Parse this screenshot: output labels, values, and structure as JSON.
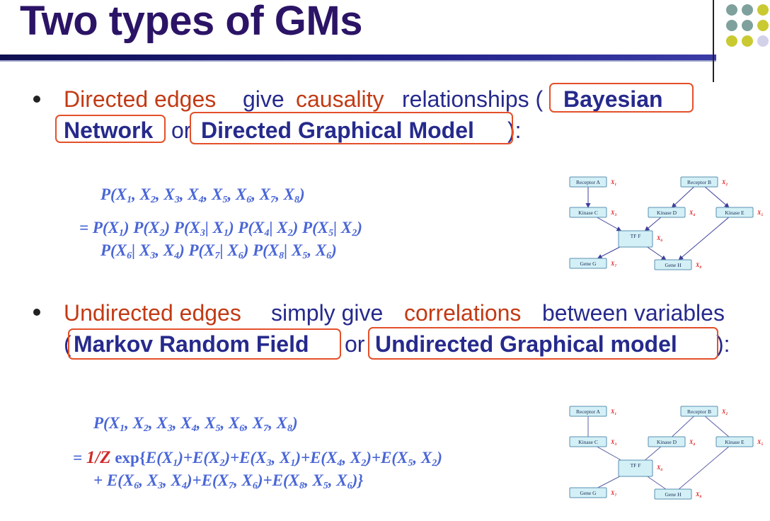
{
  "slide": {
    "title": "Two types of GMs",
    "colors": {
      "title": "#2b1466",
      "title_bar": "#1f1f86",
      "red_text": "#c23a14",
      "blue_text": "#262a8c",
      "highlight_box": "#e4502a",
      "math": "#4a66d6",
      "node_fill": "#d3f0f6",
      "node_border": "#5a8fb0",
      "node_var": "#e02020"
    }
  },
  "decor": {
    "dot_colors": [
      "#7fa19d",
      "#7fa19d",
      "#c9c932",
      "#7fa19d",
      "#7fa19d",
      "#c9c932",
      "#c9c932",
      "#c9c932",
      "#d3d0ea"
    ]
  },
  "bullet1": {
    "w1": "Directed edges",
    "w2": "give",
    "w3": "causality",
    "w4": "relationships (",
    "w5": "Bayesian",
    "w6": "Network",
    "w7": "or",
    "w8": "Directed Graphical Model",
    "w9": "):"
  },
  "eq1": {
    "l1": [
      "P(X",
      "1",
      ", X",
      "2",
      ", X",
      "3",
      ", X",
      "4",
      ", X",
      "5",
      ", X",
      "6",
      ", X",
      "7",
      ", X",
      "8",
      ")"
    ],
    "l2": [
      "=  P(X",
      "1",
      ") P(X",
      "2",
      ") P(X",
      "3",
      "| X",
      "1",
      ") P(X",
      "4",
      "| X",
      "2",
      ") P(X",
      "5",
      "| X",
      "2",
      ")"
    ],
    "l3": [
      "P(X",
      "6",
      "| X",
      "3",
      ", X",
      "4",
      ") P(X",
      "7",
      "| X",
      "6",
      ") P(X",
      "8",
      "| X",
      "5",
      ", X",
      "6",
      ")"
    ]
  },
  "bullet2": {
    "w1": "Undirected edges",
    "w2": "simply give",
    "w3": "correlations",
    "w4": "between variables",
    "w5": "(",
    "w6": "Markov Random Field",
    "w7": "or",
    "w8": "Undirected Graphical model",
    "w9": "):"
  },
  "eq2": {
    "l1": [
      "P(X",
      "1",
      ", X",
      "2",
      ", X",
      "3",
      ", X",
      "4",
      ", X",
      "5",
      ", X",
      "6",
      ", X",
      "7",
      ", X",
      "8",
      ")"
    ],
    "l2_eq": "=",
    "l2_oz": "1/Z",
    "l2_exp": " exp{",
    "l2": [
      "E(X",
      "1",
      ")+E(X",
      "2",
      ")+E(X",
      "3",
      ", X",
      "1",
      ")+E(X",
      "4",
      ", X",
      "2",
      ")+E(X",
      "5",
      ", X",
      "2",
      ")"
    ],
    "l3": [
      "+ E(X",
      "6",
      ", X",
      "3",
      ", X",
      "4",
      ")+E(X",
      "7",
      ", X",
      "6",
      ")+E(X",
      "8",
      ", X",
      "5",
      ", X",
      "6",
      ")}"
    ]
  },
  "graph": {
    "nodes": [
      {
        "label": "Receptor A",
        "var": "X",
        "sub": "1"
      },
      {
        "label": "Receptor B",
        "var": "X",
        "sub": "2"
      },
      {
        "label": "Kinase C",
        "var": "X",
        "sub": "3"
      },
      {
        "label": "Kinase D",
        "var": "X",
        "sub": "4"
      },
      {
        "label": "Kinase E",
        "var": "X",
        "sub": "5"
      },
      {
        "label": "TF F",
        "var": "X",
        "sub": "6"
      },
      {
        "label": "Gene G",
        "var": "X",
        "sub": "7"
      },
      {
        "label": "Gene H",
        "var": "X",
        "sub": "8"
      }
    ],
    "edges": [
      [
        0,
        2
      ],
      [
        1,
        3
      ],
      [
        1,
        4
      ],
      [
        2,
        5
      ],
      [
        3,
        5
      ],
      [
        5,
        6
      ],
      [
        4,
        7
      ],
      [
        5,
        7
      ]
    ]
  }
}
